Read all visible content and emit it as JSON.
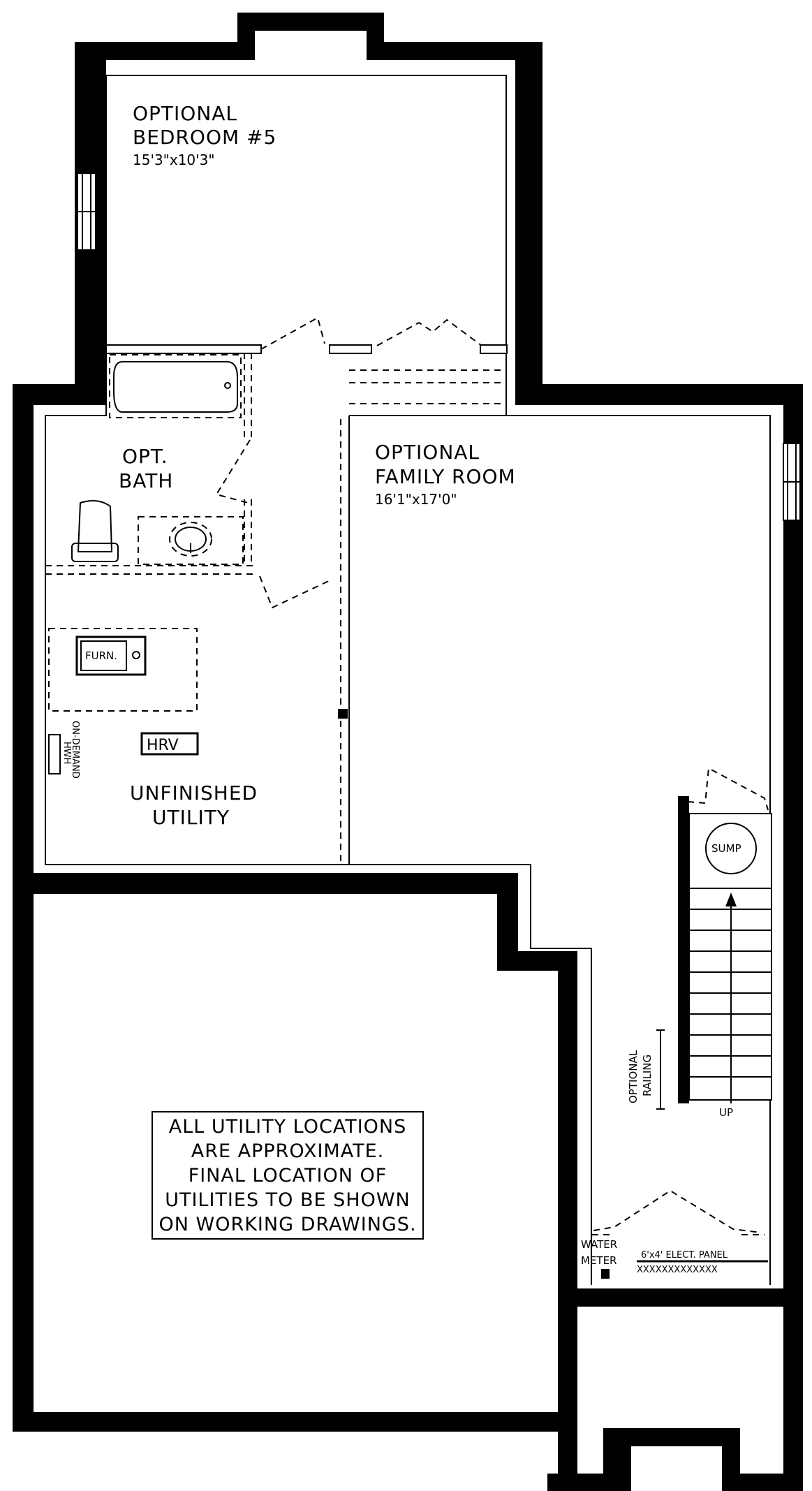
{
  "rooms": {
    "bedroom5": {
      "line1": "OPTIONAL",
      "line2": "BEDROOM #5",
      "size": "15'3\"x10'3\""
    },
    "bath": {
      "line1": "OPT.",
      "line2": "BATH"
    },
    "family": {
      "line1": "OPTIONAL",
      "line2": "FAMILY ROOM",
      "size": "16'1\"x17'0\""
    },
    "utility": {
      "line1": "UNFINISHED",
      "line2": "UTILITY"
    }
  },
  "equipment": {
    "furnace": "FURN.",
    "hrv": "HRV",
    "hwh_line1": "ON-DEMAND",
    "hwh_line2": "HWH",
    "sump": "SUMP",
    "stairs_up": "UP",
    "railing_line1": "OPTIONAL",
    "railing_line2": "RAILING",
    "water_line1": "WATER",
    "water_line2": "METER",
    "panel": "6'x4' ELECT. PANEL",
    "panel_marks": "XXXXXXXXXXXXX"
  },
  "note": {
    "lines": [
      "ALL UTILITY LOCATIONS",
      "ARE APPROXIMATE.",
      "FINAL LOCATION OF",
      "UTILITIES TO BE SHOWN",
      "ON WORKING DRAWINGS."
    ]
  }
}
